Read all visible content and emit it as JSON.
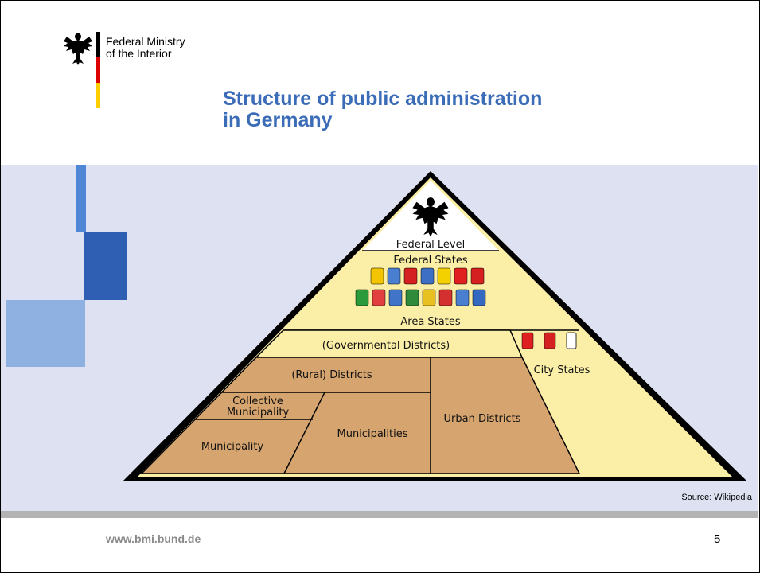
{
  "header": {
    "ministry_line1": "Federal Ministry",
    "ministry_line2": "of the Interior",
    "title": "Structure of public administration\nin Germany"
  },
  "diagram": {
    "federal_level": "Federal Level",
    "federal_states": "Federal States",
    "area_states": "Area States",
    "governmental_districts": "(Governmental Districts)",
    "rural_districts": "(Rural) Districts",
    "collective_municipality_line1": "Collective",
    "collective_municipality_line2": "Municipality",
    "municipality": "Municipality",
    "municipalities": "Municipalities",
    "urban_districts": "Urban Districts",
    "city_states": "City States"
  },
  "footer": {
    "source": "Source: Wikipedia",
    "url": "www.bmi.bund.de",
    "page_number": "5"
  },
  "colors": {
    "title_blue": "#3b6cb7",
    "federal_states_fill": "#fbeea6",
    "districts_fill": "#d6a46e",
    "band_bg": "#dde1f1"
  },
  "icons": [
    "federal-eagle-icon",
    "state-coat-of-arms-icon",
    "city-state-coat-of-arms-icon"
  ]
}
